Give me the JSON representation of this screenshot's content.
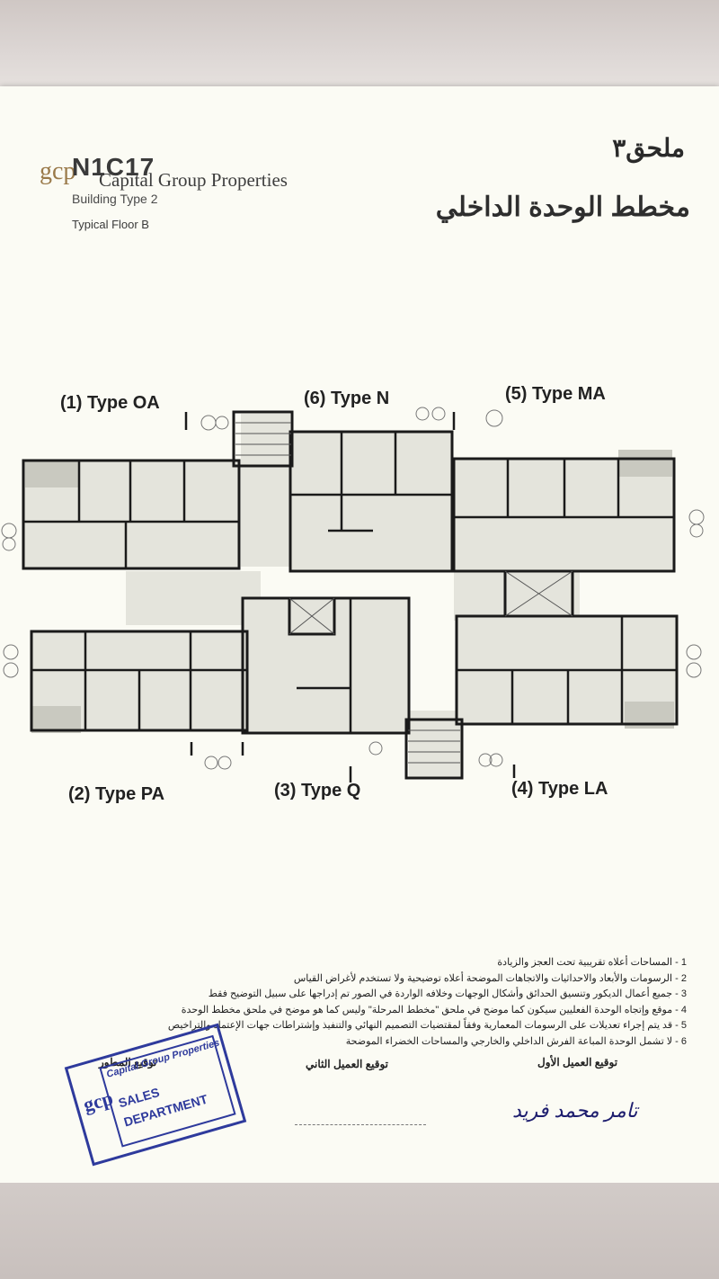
{
  "header": {
    "logo_letters": "gcp",
    "project_code": "N1C17",
    "company": "Capital Group Properties",
    "building_type": "Building Type 2",
    "floor": "Typical Floor B",
    "annex": "ملحق٣",
    "plan_title": "مخطط الوحدة الداخلي"
  },
  "units": [
    {
      "label": "(1) Type OA"
    },
    {
      "label": "(6) Type N"
    },
    {
      "label": "(5) Type MA"
    },
    {
      "label": "(2) Type PA"
    },
    {
      "label": "(3) Type Q"
    },
    {
      "label": "(4) Type LA"
    }
  ],
  "notes": [
    "1 - المساحات أعلاه تقريبية تحت العجز والزيادة",
    "2 - الرسومات والأبعاد والاحداثيات والاتجاهات الموضحة أعلاه توضيحية ولا تستخدم لأغراض القياس",
    "3 - جميع أعمال الديكور وتنسيق الحدائق وأشكال الوجهات وخلافه الواردة في الصور تم إدراجها على سبيل التوضيح فقط",
    "4 - موقع وإتجاه الوحدة الفعليين سيكون كما موضح في ملحق \"مخطط المرحلة\" وليس كما هو موضح في ملحق مخطط الوحدة",
    "5 - قد يتم إجراء تعديلات على الرسومات المعمارية وفقاً لمقتضيات التصميم النهائي والتنفيذ وإشتراطات جهات الإعتماد والتراخيص",
    "6 - لا تشمل الوحدة المباعة الفرش الداخلي والخارجي والمساحات الخضراء الموضحة"
  ],
  "signatures": {
    "developer": "توقيع المطور",
    "second_client": "توقيع العميل الثاني",
    "first_client": "توقيع العميل الأول",
    "first_client_sig": "تامر محمد فريد"
  },
  "stamp": {
    "logo": "gcp",
    "company": "Capital Group Properties",
    "line1": "SALES",
    "line2": "DEPARTMENT"
  },
  "colors": {
    "paper": "#fbfbf4",
    "wall": "#1a1a1a",
    "floor_fill": "#e4e4dc",
    "stamp": "#2e3a9c"
  }
}
